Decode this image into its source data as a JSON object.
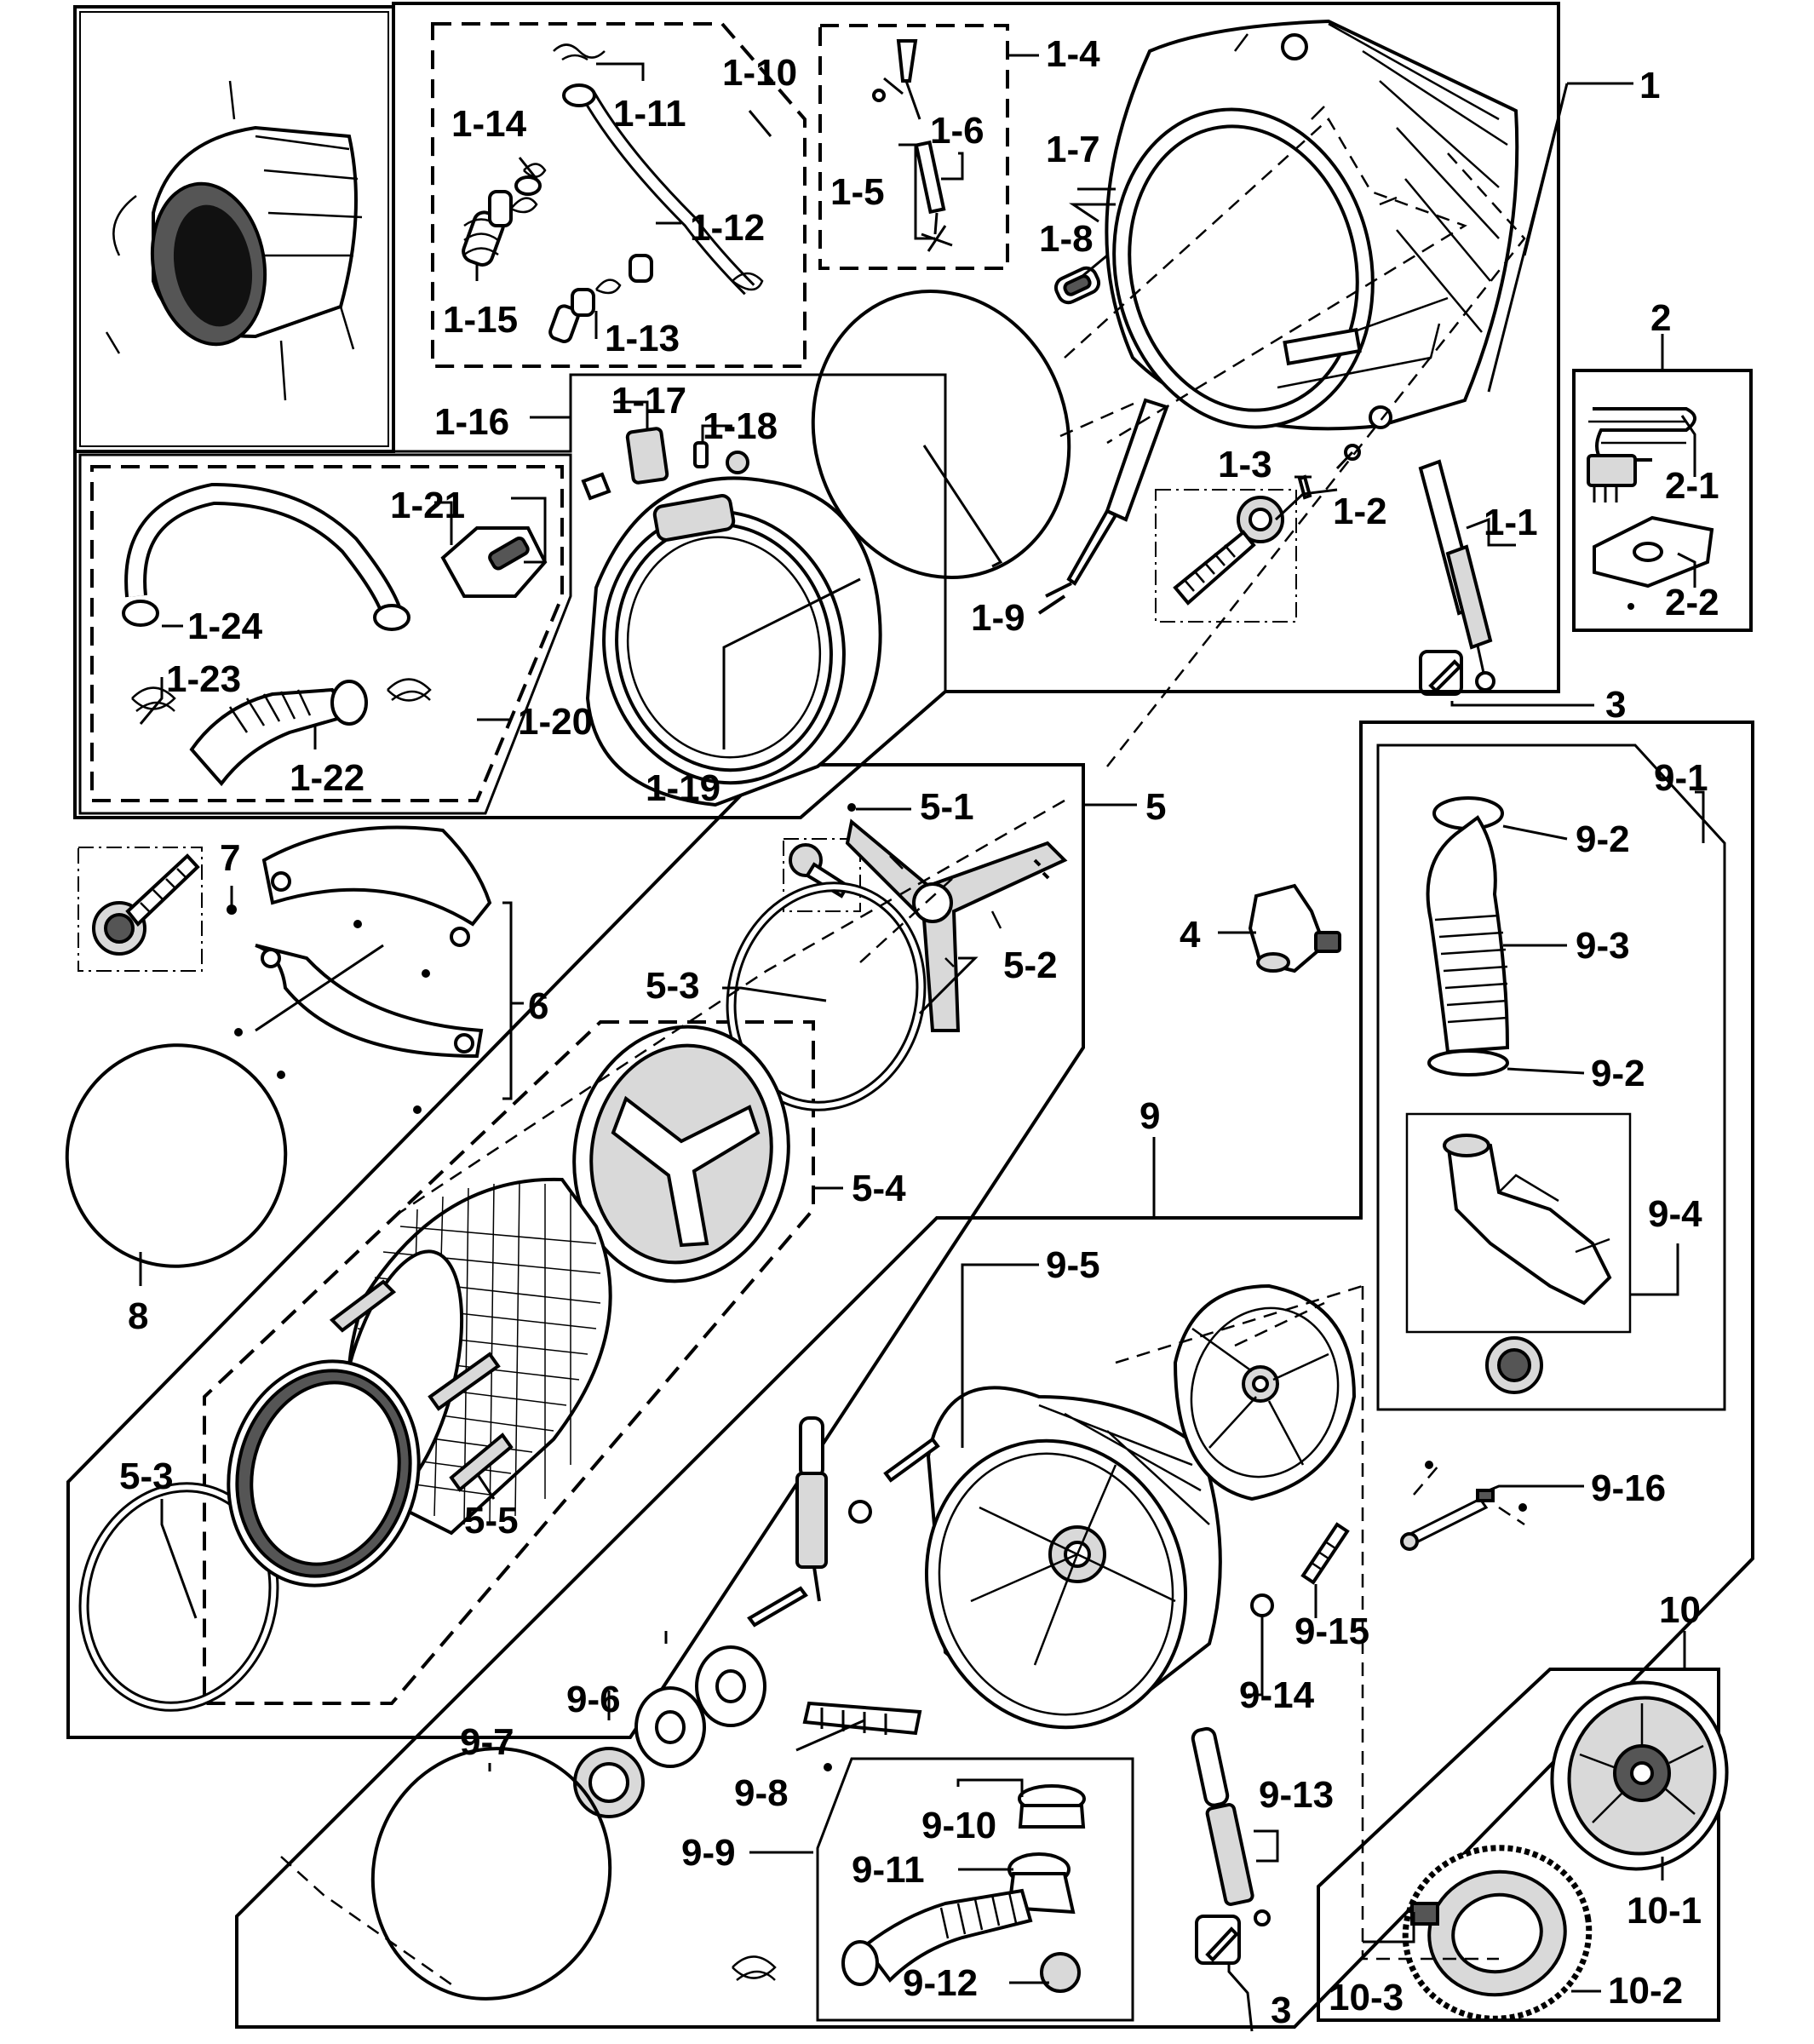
{
  "labels": {
    "l1": "1",
    "l1_1": "1-1",
    "l1_2": "1-2",
    "l1_3": "1-3",
    "l1_4": "1-4",
    "l1_5": "1-5",
    "l1_6": "1-6",
    "l1_7": "1-7",
    "l1_8": "1-8",
    "l1_9": "1-9",
    "l1_10": "1-10",
    "l1_11": "1-11",
    "l1_12": "1-12",
    "l1_13": "1-13",
    "l1_14": "1-14",
    "l1_15": "1-15",
    "l1_16": "1-16",
    "l1_17": "1-17",
    "l1_18": "1-18",
    "l1_19": "1-19",
    "l1_20": "1-20",
    "l1_21": "1-21",
    "l1_22": "1-22",
    "l1_23": "1-23",
    "l1_24": "1-24",
    "l2": "2",
    "l2_1": "2-1",
    "l2_2": "2-2",
    "l3a": "3",
    "l3b": "3",
    "l4": "4",
    "l5": "5",
    "l5_1": "5-1",
    "l5_2": "5-2",
    "l5_3a": "5-3",
    "l5_3b": "5-3",
    "l5_4": "5-4",
    "l5_5": "5-5",
    "l6": "6",
    "l7": "7",
    "l8": "8",
    "l9": "9",
    "l9_1": "9-1",
    "l9_2a": "9-2",
    "l9_2b": "9-2",
    "l9_3": "9-3",
    "l9_4": "9-4",
    "l9_5": "9-5",
    "l9_6": "9-6",
    "l9_7": "9-7",
    "l9_8": "9-8",
    "l9_9": "9-9",
    "l9_10": "9-10",
    "l9_11": "9-11",
    "l9_12": "9-12",
    "l9_13": "9-13",
    "l9_14": "9-14",
    "l9_15": "9-15",
    "l9_16": "9-16",
    "l10": "10",
    "l10_1": "10-1",
    "l10_2": "10-2",
    "l10_3": "10-3"
  }
}
